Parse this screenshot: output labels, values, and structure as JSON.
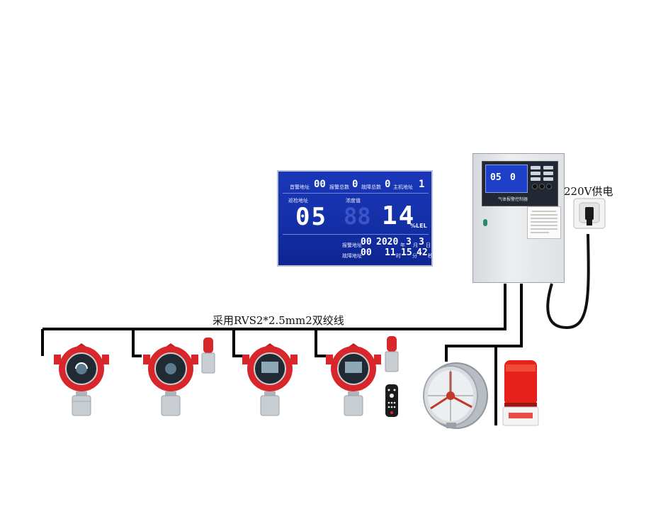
{
  "labels": {
    "wire": "采用RVS2*2.5mm2双绞线",
    "power": "220V供电"
  },
  "lcd": {
    "first_alarm_label": "首警地址",
    "first_alarm_value": "00",
    "alarm_total_label": "报警总数",
    "alarm_total_value": "0",
    "fault_total_label": "故障总数",
    "fault_total_value": "0",
    "host_addr_label": "主机地址",
    "host_addr_value": "1",
    "patrol_label": "巡检地址",
    "patrol_value": "05",
    "concentration_label": "浓度值",
    "concentration_value": "14",
    "unit": "%LEL",
    "alarm_addr_label": "报警地址",
    "alarm_addr_value": "00",
    "year": "2020",
    "year_unit": "年",
    "month": "3",
    "month_unit": "月",
    "day": "3",
    "day_unit": "日",
    "fault_addr_label": "故障地址",
    "fault_addr_value": "00",
    "hour": "11",
    "hour_unit": "时",
    "minute": "15",
    "minute_unit": "分",
    "second": "42",
    "second_unit": "秒"
  },
  "cabinet": {
    "brand_text": "气体报警控制器"
  },
  "colors": {
    "detector_red": "#d8262b",
    "lcd_blue": "#1a37b8",
    "cable": "#000000"
  }
}
